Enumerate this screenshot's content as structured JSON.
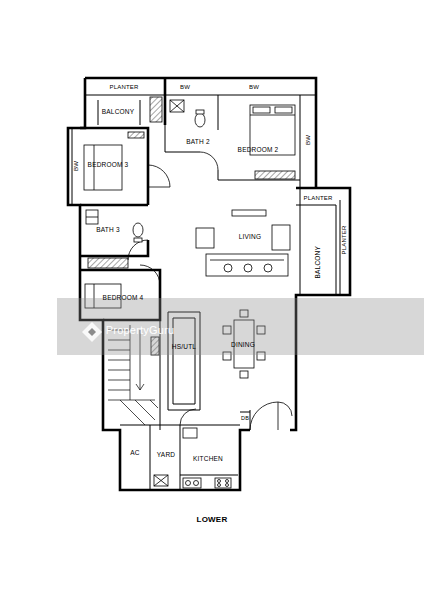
{
  "diagram": {
    "caption": "LOWER",
    "labels": [
      "PLANTER",
      "BW",
      "BW",
      "BALCONY",
      "BATH 2",
      "BEDROOM 3",
      "BEDROOM 2",
      "BW",
      "BW",
      "BATH 3",
      "LIVING",
      "PLANTER",
      "BALCONY",
      "PLANTER",
      "BEDROOM 4",
      "HS/UTL",
      "DINING",
      "DB",
      "AC",
      "YARD",
      "KITCHEN",
      "PropertyGuru"
    ]
  }
}
